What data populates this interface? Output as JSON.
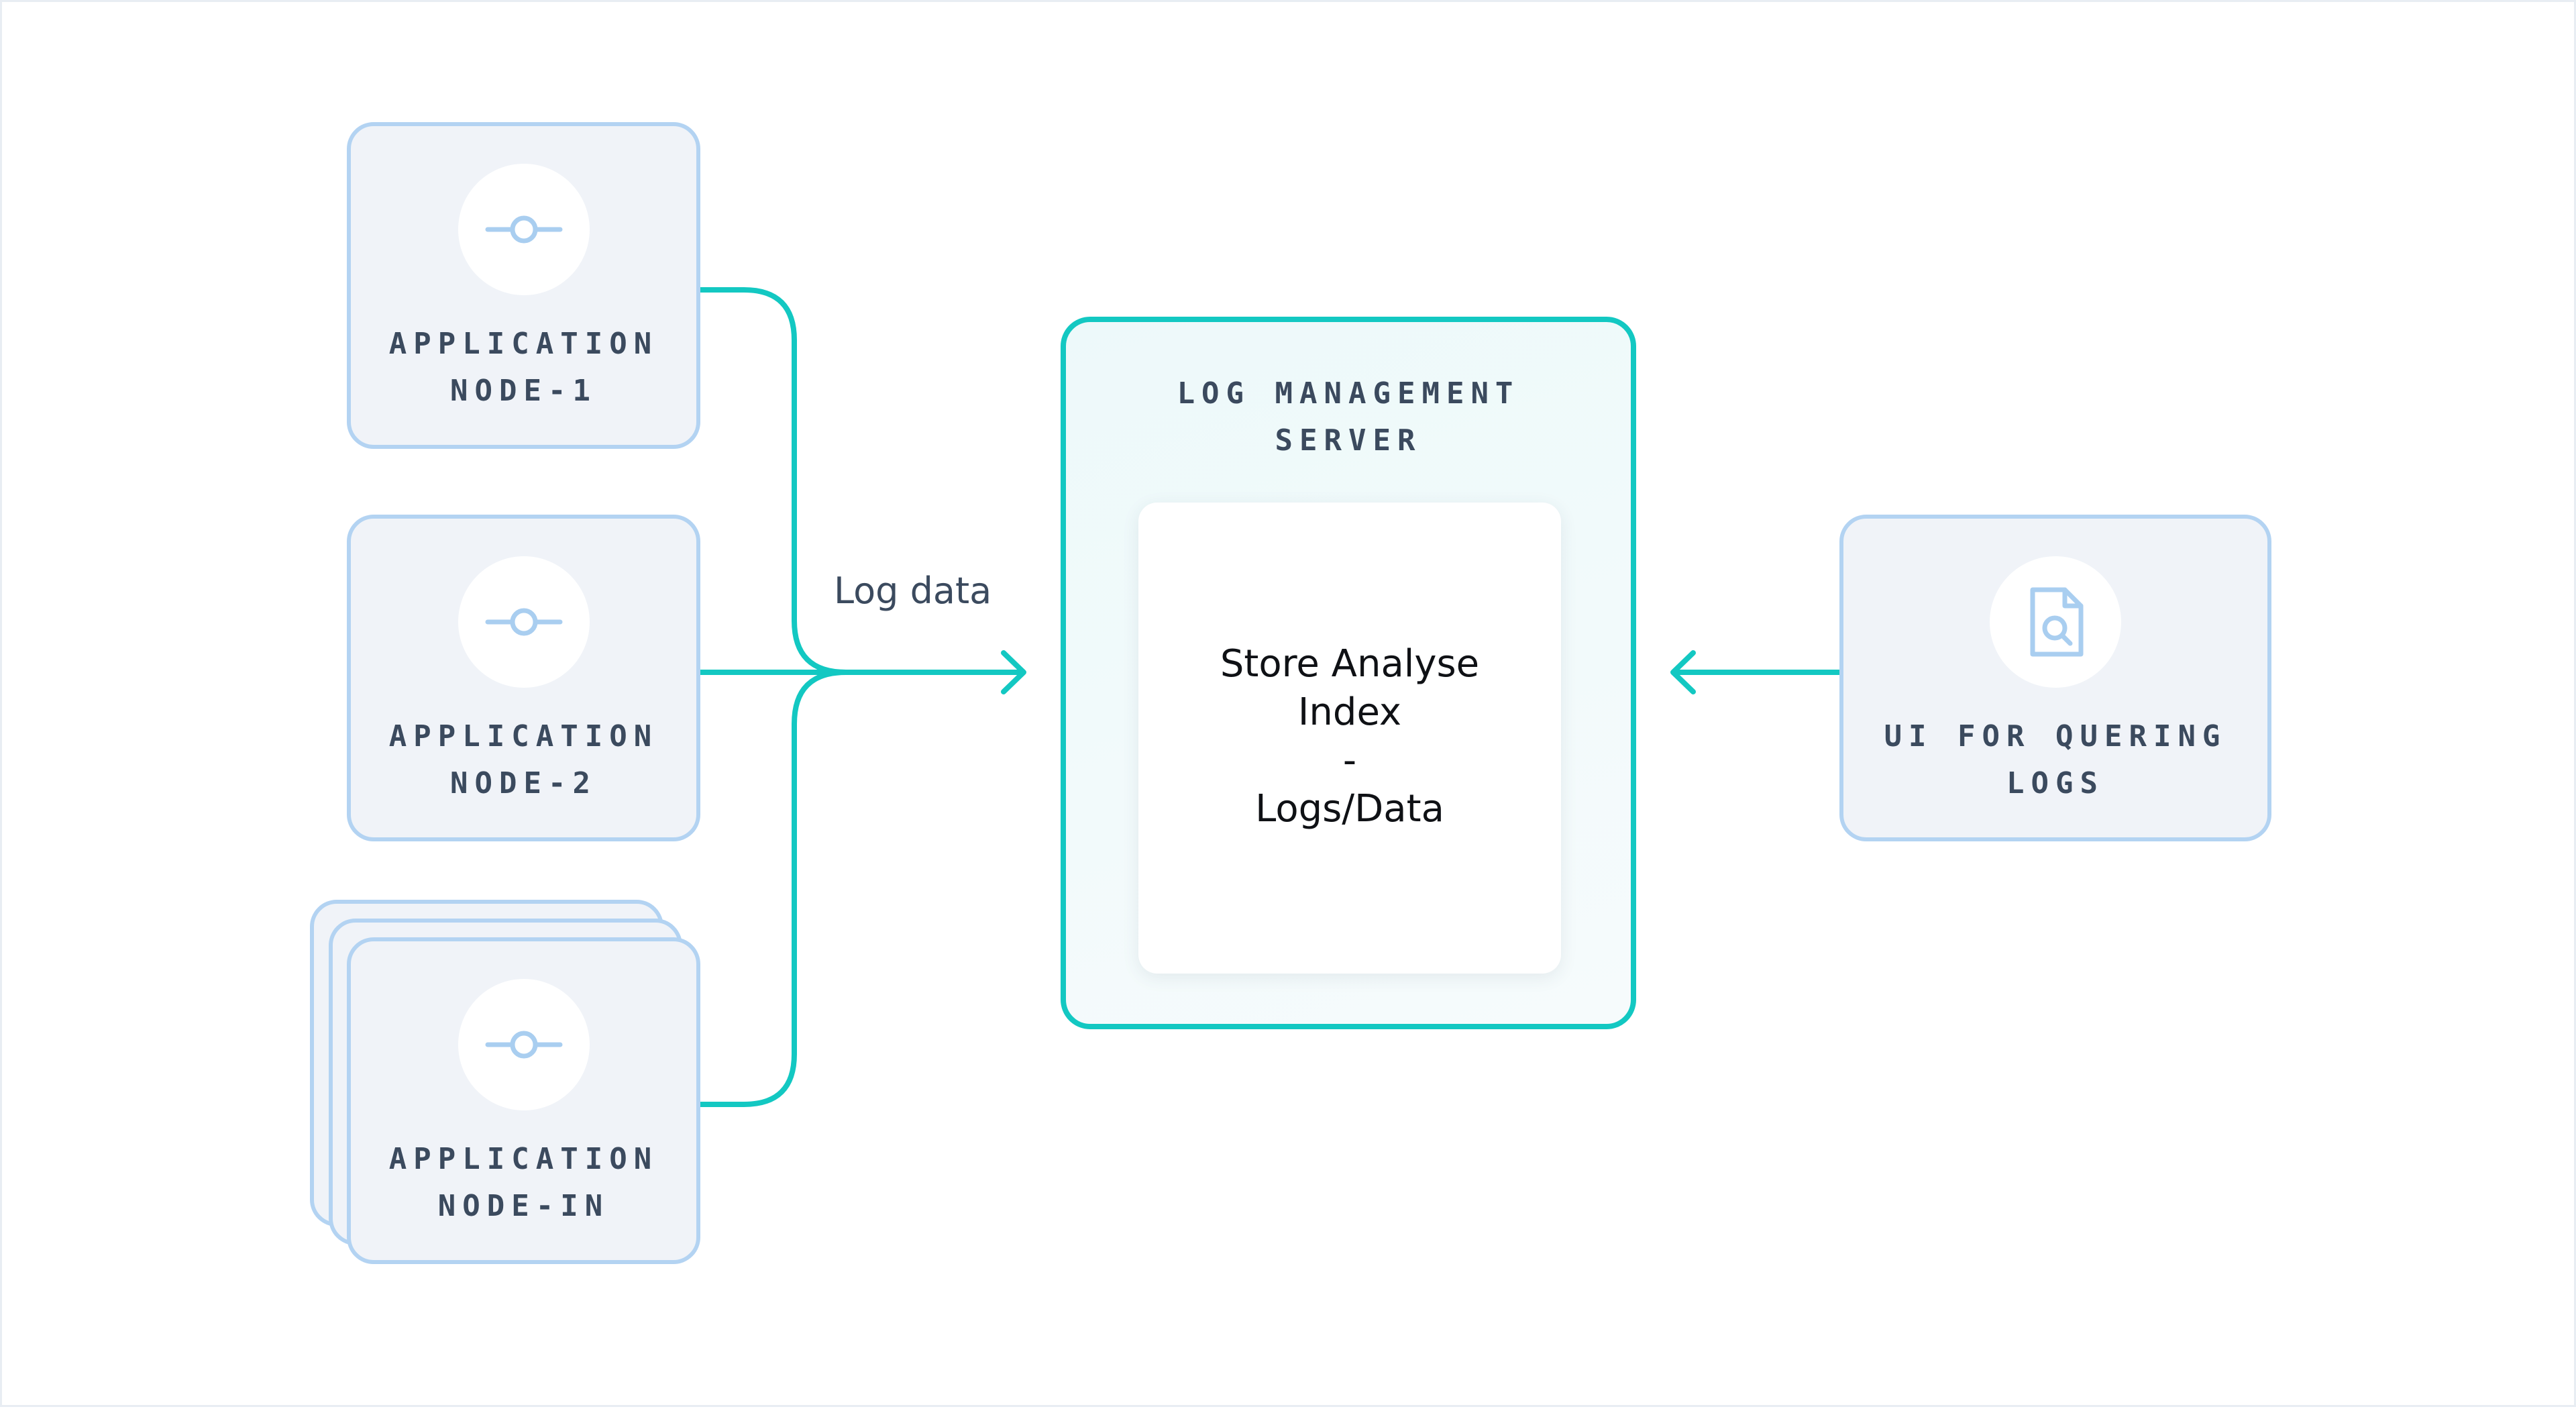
{
  "nodes": [
    {
      "id": "node-1",
      "label_line1": "APPLICATION",
      "label_line2": "NODE-1",
      "icon": "commit-icon"
    },
    {
      "id": "node-2",
      "label_line1": "APPLICATION",
      "label_line2": "NODE-2",
      "icon": "commit-icon"
    },
    {
      "id": "node-in",
      "label_line1": "APPLICATION",
      "label_line2": "NODE-IN",
      "icon": "commit-icon",
      "stacked": true
    }
  ],
  "server": {
    "title_line1": "LOG MANAGEMENT",
    "title_line2": "SERVER",
    "inner_lines": [
      "Store Analyse",
      "Index",
      "-",
      "Logs/Data"
    ]
  },
  "query_ui": {
    "label_line1": "UI FOR QUERING",
    "label_line2": "LOGS",
    "icon": "file-search-icon"
  },
  "edges": {
    "log_data_label": "Log data"
  },
  "colors": {
    "accent_teal": "#13c8c2",
    "node_border": "#b3d3f2",
    "node_fill": "#f0f3f8",
    "label_text": "#3b4a5e"
  }
}
